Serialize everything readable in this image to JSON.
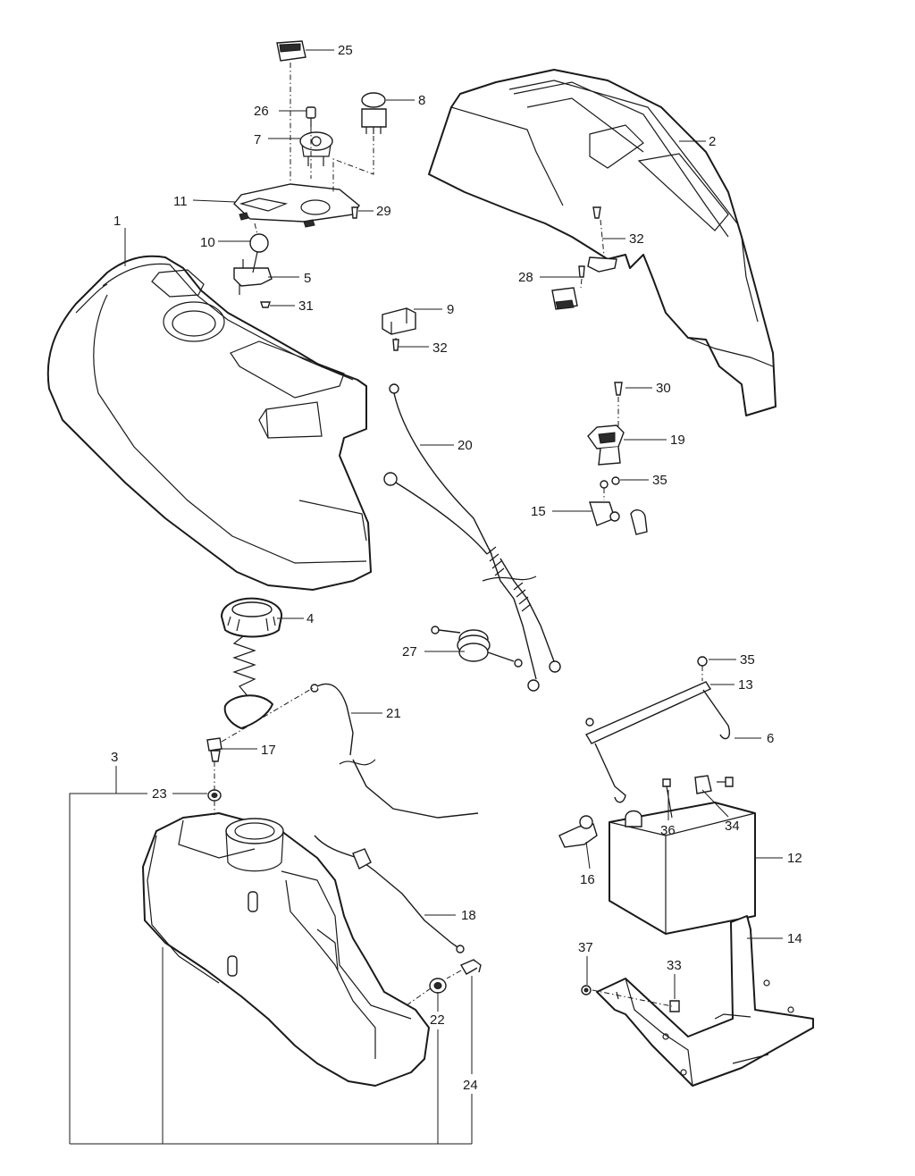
{
  "callouts": [
    {
      "id": "c1",
      "text": "1"
    },
    {
      "id": "c2",
      "text": "2"
    },
    {
      "id": "c3",
      "text": "3"
    },
    {
      "id": "c4",
      "text": "4"
    },
    {
      "id": "c5",
      "text": "5"
    },
    {
      "id": "c6",
      "text": "6"
    },
    {
      "id": "c7",
      "text": "7"
    },
    {
      "id": "c8",
      "text": "8"
    },
    {
      "id": "c9",
      "text": "9"
    },
    {
      "id": "c10",
      "text": "10"
    },
    {
      "id": "c11",
      "text": "11"
    },
    {
      "id": "c12",
      "text": "12"
    },
    {
      "id": "c13",
      "text": "13"
    },
    {
      "id": "c14",
      "text": "14"
    },
    {
      "id": "c15",
      "text": "15"
    },
    {
      "id": "c16",
      "text": "16"
    },
    {
      "id": "c17",
      "text": "17"
    },
    {
      "id": "c18",
      "text": "18"
    },
    {
      "id": "c19",
      "text": "19"
    },
    {
      "id": "c20",
      "text": "20"
    },
    {
      "id": "c21",
      "text": "21"
    },
    {
      "id": "c22",
      "text": "22"
    },
    {
      "id": "c23",
      "text": "23"
    },
    {
      "id": "c24",
      "text": "24"
    },
    {
      "id": "c25",
      "text": "25"
    },
    {
      "id": "c26",
      "text": "26"
    },
    {
      "id": "c27",
      "text": "27"
    },
    {
      "id": "c28",
      "text": "28"
    },
    {
      "id": "c29",
      "text": "29"
    },
    {
      "id": "c30",
      "text": "30"
    },
    {
      "id": "c31",
      "text": "31"
    },
    {
      "id": "c32a",
      "text": "32"
    },
    {
      "id": "c32b",
      "text": "32"
    },
    {
      "id": "c33",
      "text": "33"
    },
    {
      "id": "c34",
      "text": "34"
    },
    {
      "id": "c35a",
      "text": "35"
    },
    {
      "id": "c35b",
      "text": "35"
    },
    {
      "id": "c36",
      "text": "36"
    },
    {
      "id": "c37",
      "text": "37"
    }
  ]
}
